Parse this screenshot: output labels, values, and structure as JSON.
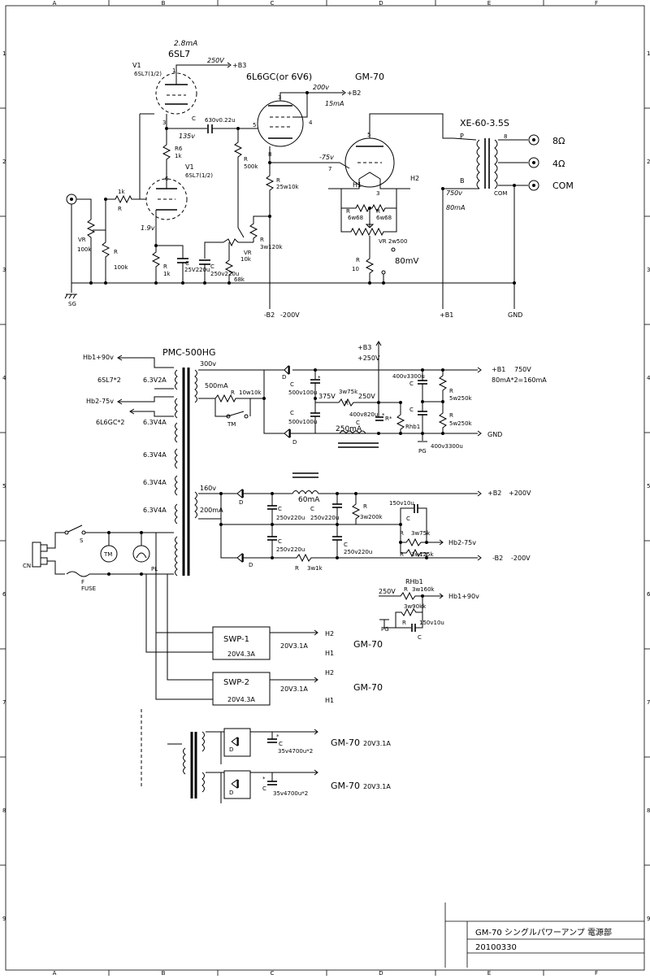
{
  "sheet": {
    "col_labels": [
      "A",
      "B",
      "C",
      "D",
      "E",
      "F"
    ],
    "row_labels": [
      "1",
      "2",
      "3",
      "4",
      "5",
      "6",
      "7",
      "8",
      "9"
    ]
  },
  "amp": {
    "tube1_name": "6SL7",
    "tube1_current": "2.8mA",
    "b3_voltage": "250V",
    "b3_label": "+B3",
    "v1_top": "V1",
    "v1_top_type": "6SL7(1/2)",
    "v1_bot": "V1",
    "v1_bot_type": "6SL7(1/2)",
    "r6": "R6",
    "r6_value": "1k",
    "plate_v": "135v",
    "cathode_v": "1.9v",
    "coupling_cap": "630v0.22u",
    "tube2_name": "6L6GC(or 6V6)",
    "tube2_plate_v": "200v",
    "tube2_current": "15mA",
    "b2_label": "+B2",
    "tube3_name": "GM-70",
    "grid_v": "-75v",
    "r500k": "500k",
    "r25w10k": "25w10k",
    "r3w120k": "3w120k",
    "vr10k": "10k",
    "r68k": "68k",
    "r1k_grid": "1k",
    "vr100k": "100k",
    "r100k": "100k",
    "rk1k": "1k",
    "cap_25v": "25V220u",
    "cap_250v": "250v220u",
    "h1": "H1",
    "h2": "H2",
    "r6w68a": "6w68",
    "r6w68b": "6w68",
    "vr2w500": "VR 2w500",
    "r10": "10",
    "hum_current": "80mV",
    "xfmr": "XE-60-3.5S",
    "xfmr_p": "P",
    "xfmr_b": "B",
    "xfmr_8": "8",
    "xfmr_com": "COM",
    "out_8": "8Ω",
    "out_4": "4Ω",
    "out_com": "COM",
    "plate_gm": "750v",
    "gm_current": "80mA",
    "sg": "SG",
    "minus_b2": "-B2",
    "minus_200v": "-200V",
    "plus_b1": "+B1",
    "gnd": "GND",
    "lbl_r": "R",
    "lbl_c": "C",
    "lbl_vr": "VR",
    "lbl_d": "D",
    "pin_1": "1",
    "pin_2": "2",
    "pin_3": "3",
    "pin_4": "4",
    "pin_5": "5",
    "pin_6": "6",
    "pin_7": "7",
    "pin_8": "8"
  },
  "psu": {
    "b3": "+B3",
    "b3_v": "+250V",
    "pmc": "PMC-500HG",
    "hb1": "Hb1+90v",
    "sl7": "6SL7*2",
    "sl7_h": "6.3V2A",
    "hb2": "Hb2-75v",
    "l6": "6L6GC*2",
    "l6_h": "6.3V4A",
    "h3": "6.3V4A",
    "h4": "6.3V4A",
    "h5": "6.3V4A",
    "v300": "300v",
    "ma500": "500mA",
    "r10w10k": "10w10k",
    "tm": "TM",
    "c500a": "500v100u",
    "c500b": "500v100u",
    "v375": "375V",
    "r3w75k": "3w75k",
    "v250": "250V",
    "c400_820": "400v820u",
    "c400_3300a": "400v3300u",
    "c400_3300b": "400v3300u",
    "r5w250k_a": "5w250k",
    "r5w250k_b": "5w250k",
    "rhb1_r": "Rhb1",
    "ma250": "250mA",
    "pg": "PG",
    "b1": "+B1",
    "b1_v": "750V",
    "b1_i": "80mA*2=160mA",
    "gnd": "GND",
    "v160": "160v",
    "ma200": "200mA",
    "ma60": "60mA",
    "c250_220a": "250v220u",
    "c250_220b": "250v220u",
    "c250_220c": "250v220u",
    "c250_220d": "250v220u",
    "r3w200k": "3w200k",
    "c150v10u": "150v10u",
    "r3w75k_b": "3w75k",
    "r3w125k": "3w125k",
    "b2": "+B2",
    "b2_v": "+200V",
    "hb2_out": "Hb2-75v",
    "mb2": "-B2",
    "mb2_v": "-200V",
    "r3w1k": "3w1k",
    "s": "S",
    "cn": "CN",
    "fuse_f": "F",
    "fuse": "FUSE",
    "pl": "PL",
    "tm_lamp": "TM",
    "rhb1": "RHb1",
    "v250b": "250V",
    "r3w160k": "3w160k",
    "r3w90k": "3w90kk",
    "c150v10u_b": "150v10u",
    "hb1_out": "Hb1+90v",
    "pg2": "PG",
    "swp1": "SWP-1",
    "swp2": "SWP-2",
    "swp_in": "20V4.3A",
    "swp_in2": "20V4.3A",
    "swp_out": "20V3.1A",
    "swp_out2": "20V3.1A",
    "h2a": "H2",
    "h1a": "H1",
    "h2b": "H2",
    "h1b": "H1",
    "gm70a": "GM-70",
    "gm70b": "GM-70",
    "gm70c": "GM-70",
    "gm70d": "GM-70",
    "gm_hv1": "20V3.1A",
    "gm_hv2": "20V3.1A",
    "c35a": "35v4700u*2",
    "c35b": "35v4700u*2",
    "star": "*",
    "r_star": "R*"
  },
  "title_block": {
    "title": "GM-70 シングルパワーアンプ 電源部",
    "date": "20100330"
  }
}
